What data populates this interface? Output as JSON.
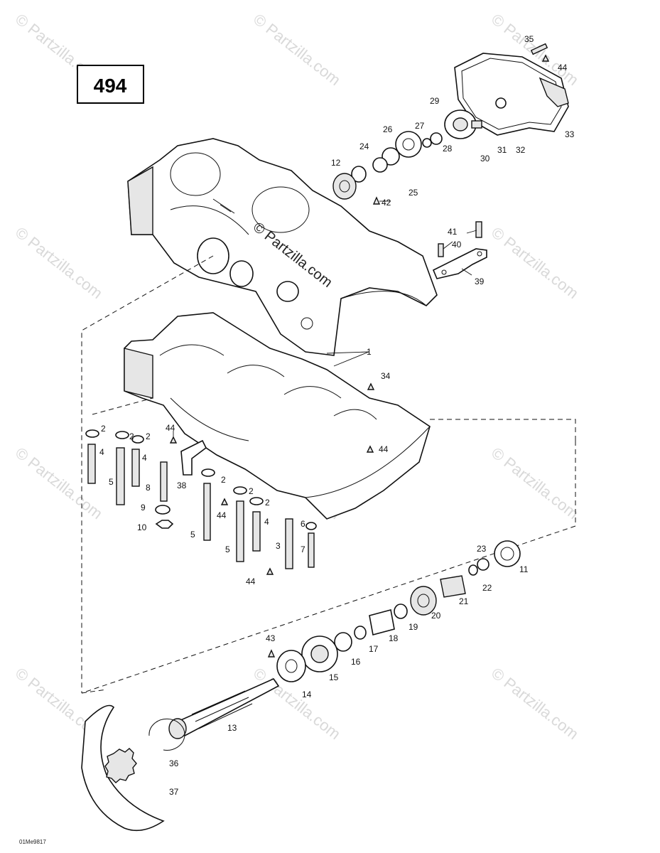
{
  "diagram_number": "494",
  "drawing_code": "01Me9817",
  "watermark": {
    "text": "© Partzilla.com",
    "center_text": "© Partzilla.com"
  },
  "callouts": [
    {
      "id": "c35",
      "text": "35"
    },
    {
      "id": "c44a",
      "text": "44"
    },
    {
      "id": "c29",
      "text": "29"
    },
    {
      "id": "c33",
      "text": "33"
    },
    {
      "id": "c26",
      "text": "26"
    },
    {
      "id": "c27",
      "text": "27"
    },
    {
      "id": "c28",
      "text": "28"
    },
    {
      "id": "c30",
      "text": "30"
    },
    {
      "id": "c31",
      "text": "31"
    },
    {
      "id": "c32",
      "text": "32"
    },
    {
      "id": "c24",
      "text": "24"
    },
    {
      "id": "c12",
      "text": "12"
    },
    {
      "id": "c25",
      "text": "25"
    },
    {
      "id": "c42",
      "text": "42"
    },
    {
      "id": "c41",
      "text": "41"
    },
    {
      "id": "c40",
      "text": "40"
    },
    {
      "id": "c39",
      "text": "39"
    },
    {
      "id": "c1",
      "text": "1"
    },
    {
      "id": "c34",
      "text": "34"
    },
    {
      "id": "c2a",
      "text": "2"
    },
    {
      "id": "c2b",
      "text": "2"
    },
    {
      "id": "c2c",
      "text": "2"
    },
    {
      "id": "c44b",
      "text": "44"
    },
    {
      "id": "c44c",
      "text": "44"
    },
    {
      "id": "c4a",
      "text": "4"
    },
    {
      "id": "c4b",
      "text": "4"
    },
    {
      "id": "c5a",
      "text": "5"
    },
    {
      "id": "c8",
      "text": "8"
    },
    {
      "id": "c38",
      "text": "38"
    },
    {
      "id": "c2d",
      "text": "2"
    },
    {
      "id": "c2e",
      "text": "2"
    },
    {
      "id": "c2f",
      "text": "2"
    },
    {
      "id": "c9",
      "text": "9"
    },
    {
      "id": "c44d",
      "text": "44"
    },
    {
      "id": "c4c",
      "text": "4"
    },
    {
      "id": "c10",
      "text": "10"
    },
    {
      "id": "c5b",
      "text": "5"
    },
    {
      "id": "c6",
      "text": "6"
    },
    {
      "id": "c5c",
      "text": "5"
    },
    {
      "id": "c3",
      "text": "3"
    },
    {
      "id": "c7",
      "text": "7"
    },
    {
      "id": "c44e",
      "text": "44"
    },
    {
      "id": "c23",
      "text": "23"
    },
    {
      "id": "c11",
      "text": "11"
    },
    {
      "id": "c22",
      "text": "22"
    },
    {
      "id": "c21",
      "text": "21"
    },
    {
      "id": "c20",
      "text": "20"
    },
    {
      "id": "c19",
      "text": "19"
    },
    {
      "id": "c18",
      "text": "18"
    },
    {
      "id": "c17",
      "text": "17"
    },
    {
      "id": "c16",
      "text": "16"
    },
    {
      "id": "c43",
      "text": "43"
    },
    {
      "id": "c15",
      "text": "15"
    },
    {
      "id": "c14",
      "text": "14"
    },
    {
      "id": "c13",
      "text": "13"
    },
    {
      "id": "c36",
      "text": "36"
    },
    {
      "id": "c37",
      "text": "37"
    }
  ]
}
